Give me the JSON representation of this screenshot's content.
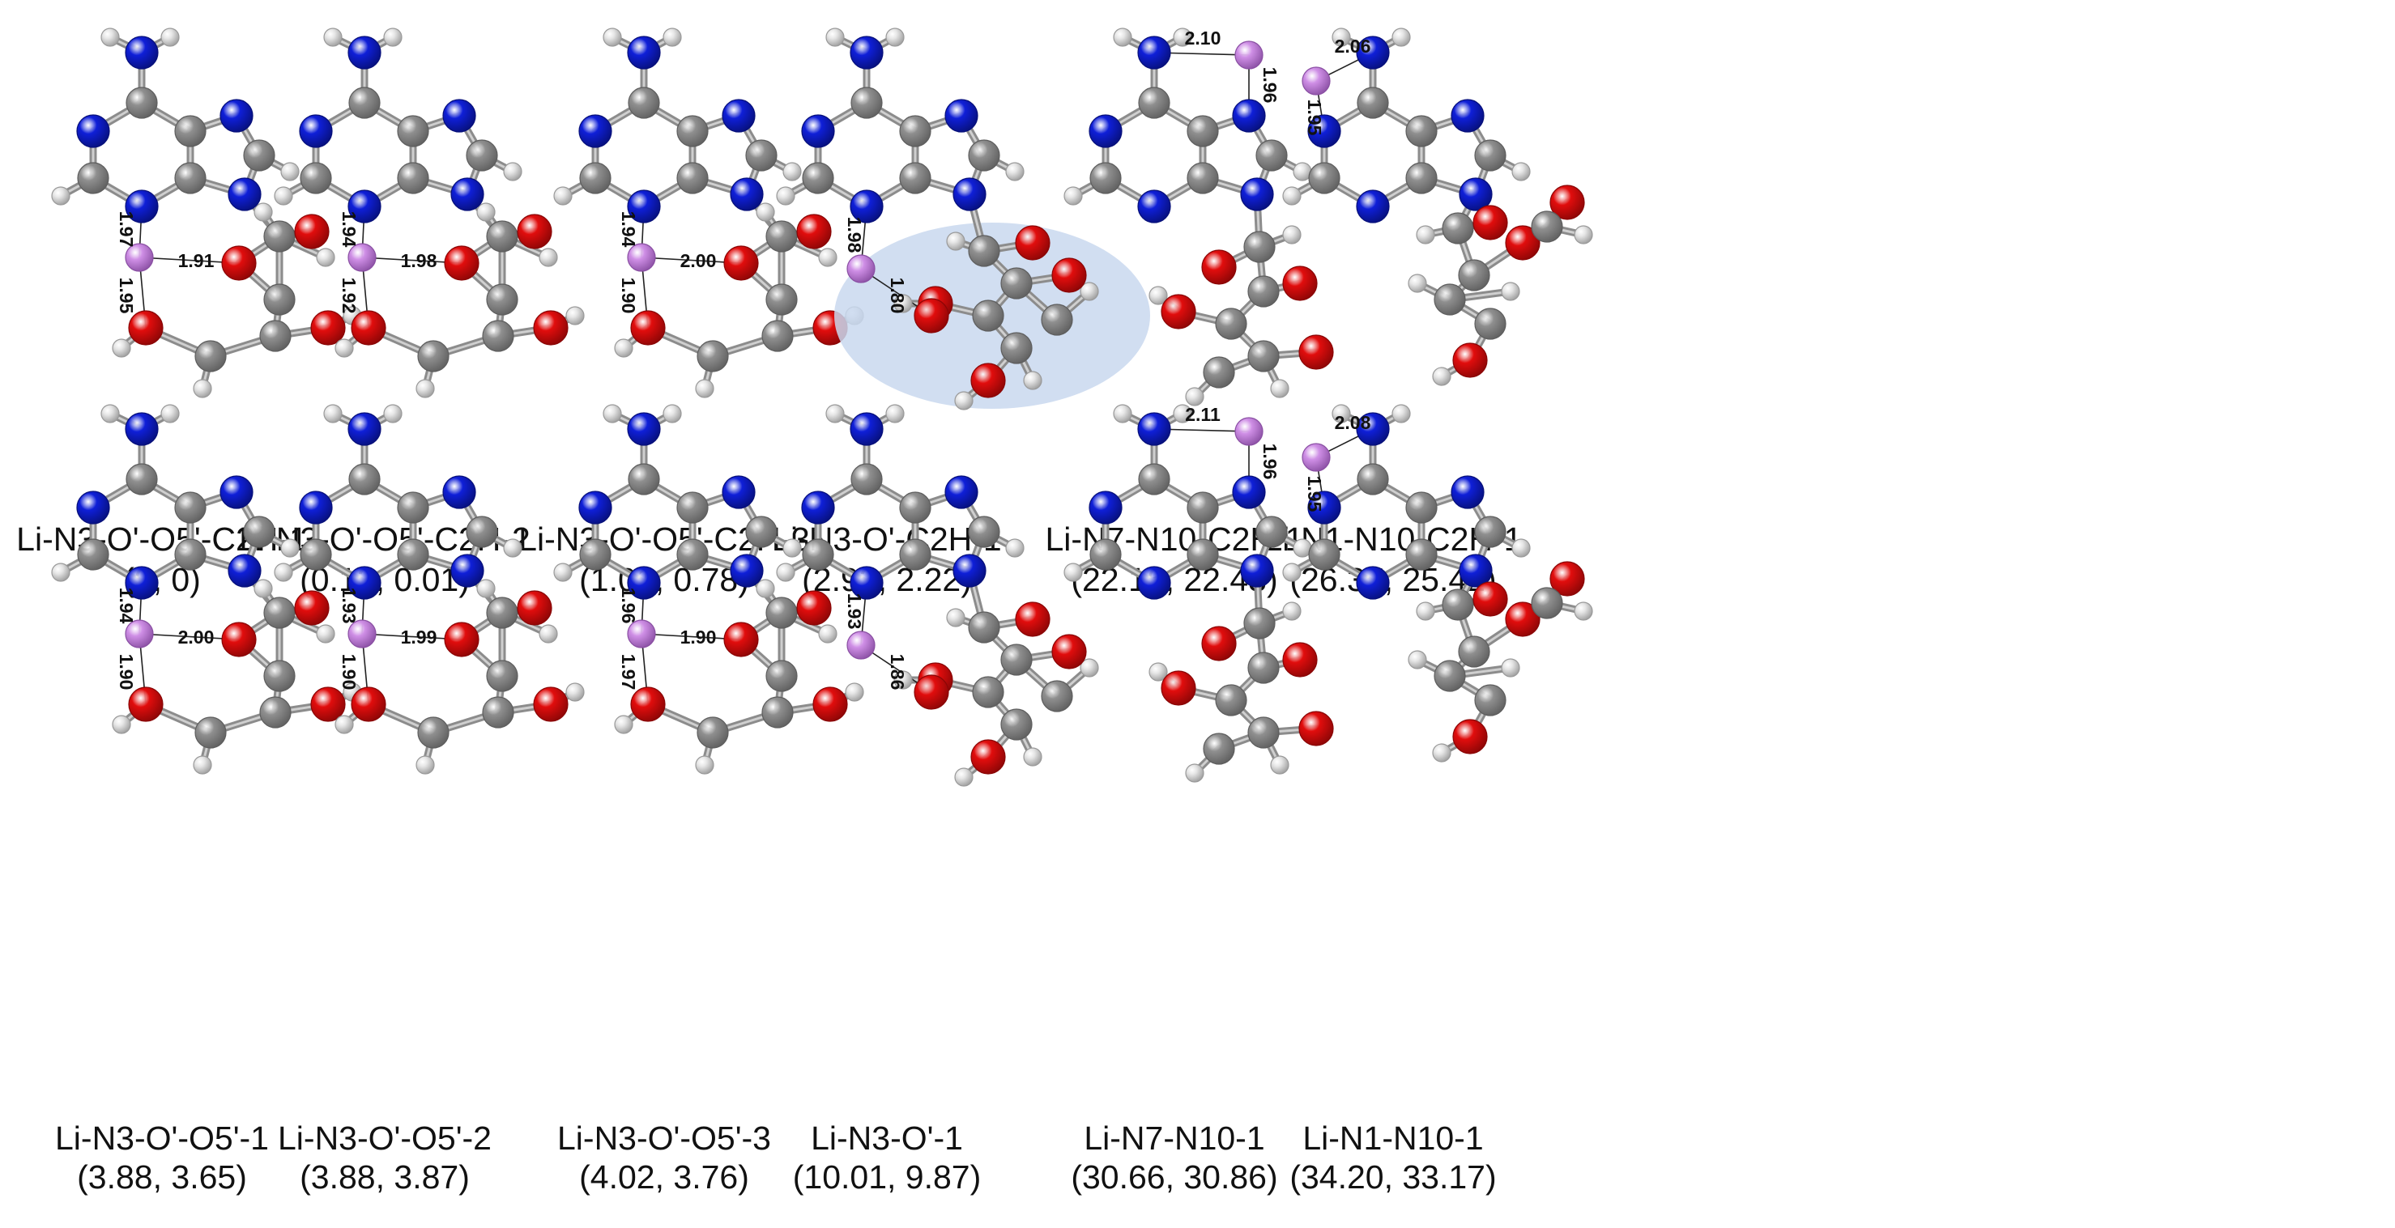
{
  "colors": {
    "carbon": "#8f8f8f",
    "nitrogen": "#0f1fd8",
    "oxygen": "#e10d0d",
    "hydrogen": "#e6e6e6",
    "lithium": "#cf8fe6",
    "highlight": "#c9d8ef"
  },
  "panels": [
    {
      "name": "Li-N3-O'-O5'-C2H-1",
      "energies": "(0, 0)",
      "variant": "ring",
      "distances": [
        "1.97",
        "1.91",
        "1.95"
      ]
    },
    {
      "name": "Li-N3-O'-O5'-C2H-2",
      "energies": "(0.12, 0.01)",
      "variant": "ring",
      "distances": [
        "1.94",
        "1.98",
        "1.92"
      ]
    },
    {
      "name": "Li-N3-O'-O5'-C2H-3",
      "energies": "(1.01, 0.78)",
      "variant": "ring",
      "distances": [
        "1.94",
        "2.00",
        "1.90"
      ]
    },
    {
      "name": "Li-N3-O'-C2H-1",
      "energies": "(2.92, 2.22)",
      "variant": "open",
      "highlight": true,
      "distances": [
        "1.98",
        "1.80"
      ]
    },
    {
      "name": "Li-N7-N10-C2H-1",
      "energies": "(22.16, 22.43)",
      "variant": "n7",
      "distances": [
        "2.10",
        "1.96"
      ]
    },
    {
      "name": "Li-N1-N10-C2H-1",
      "energies": "(26.37, 25.42)",
      "variant": "n1",
      "distances": [
        "2.06",
        "1.95"
      ]
    },
    {
      "name": "Li-N3-O'-O5'-1",
      "energies": "(3.88, 3.65)",
      "variant": "ring",
      "distances": [
        "1.94",
        "2.00",
        "1.90"
      ]
    },
    {
      "name": "Li-N3-O'-O5'-2",
      "energies": "(3.88, 3.87)",
      "variant": "ring",
      "distances": [
        "1.93",
        "1.99",
        "1.90"
      ]
    },
    {
      "name": "Li-N3-O'-O5'-3",
      "energies": "(4.02, 3.76)",
      "variant": "ring",
      "distances": [
        "1.96",
        "1.90",
        "1.97"
      ]
    },
    {
      "name": "Li-N3-O'-1",
      "energies": "(10.01, 9.87)",
      "variant": "open",
      "highlight": false,
      "distances": [
        "1.93",
        "1.86"
      ]
    },
    {
      "name": "Li-N7-N10-1",
      "energies": "(30.66, 30.86)",
      "variant": "n7",
      "distances": [
        "2.11",
        "1.96"
      ]
    },
    {
      "name": "Li-N1-N10-1",
      "energies": "(34.20, 33.17)",
      "variant": "n1",
      "distances": [
        "2.08",
        "1.95"
      ]
    }
  ]
}
